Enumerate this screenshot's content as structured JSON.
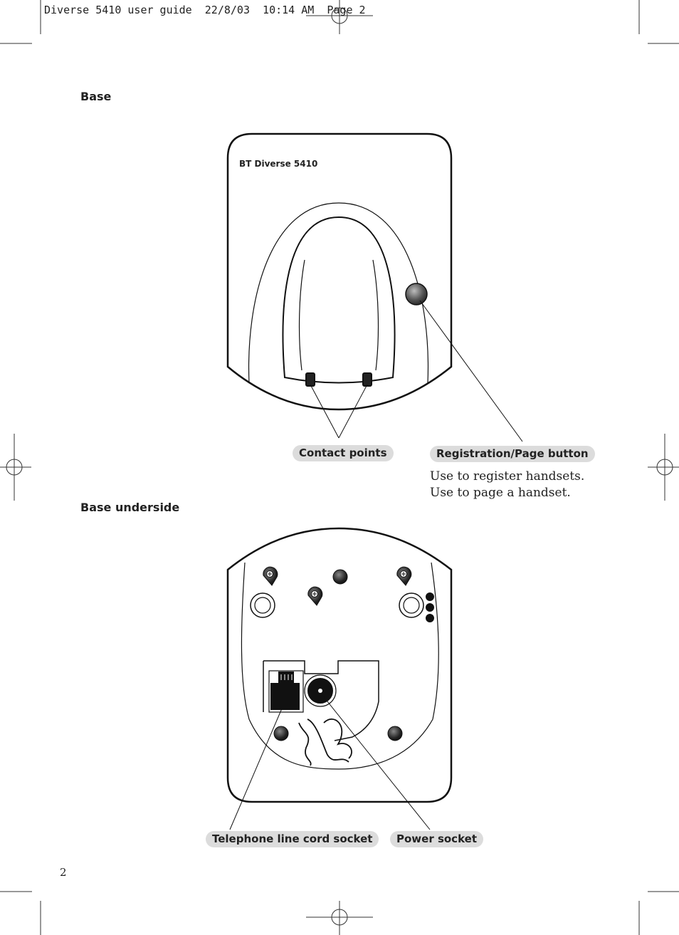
{
  "header": {
    "slug": "Diverse 5410 user guide  22/8/03  10:14 AM  Page 2"
  },
  "base": {
    "title": "Base",
    "brand_label": "BT Diverse 5410",
    "contact_points_label": "Contact points",
    "registration_label": "Registration/Page button",
    "registration_desc": [
      "Use to register handsets.",
      "Use to page a handset."
    ]
  },
  "underside": {
    "title": "Base underside",
    "line_socket_label": "Telephone line cord socket",
    "power_socket_label": "Power socket"
  },
  "page_number": "2"
}
